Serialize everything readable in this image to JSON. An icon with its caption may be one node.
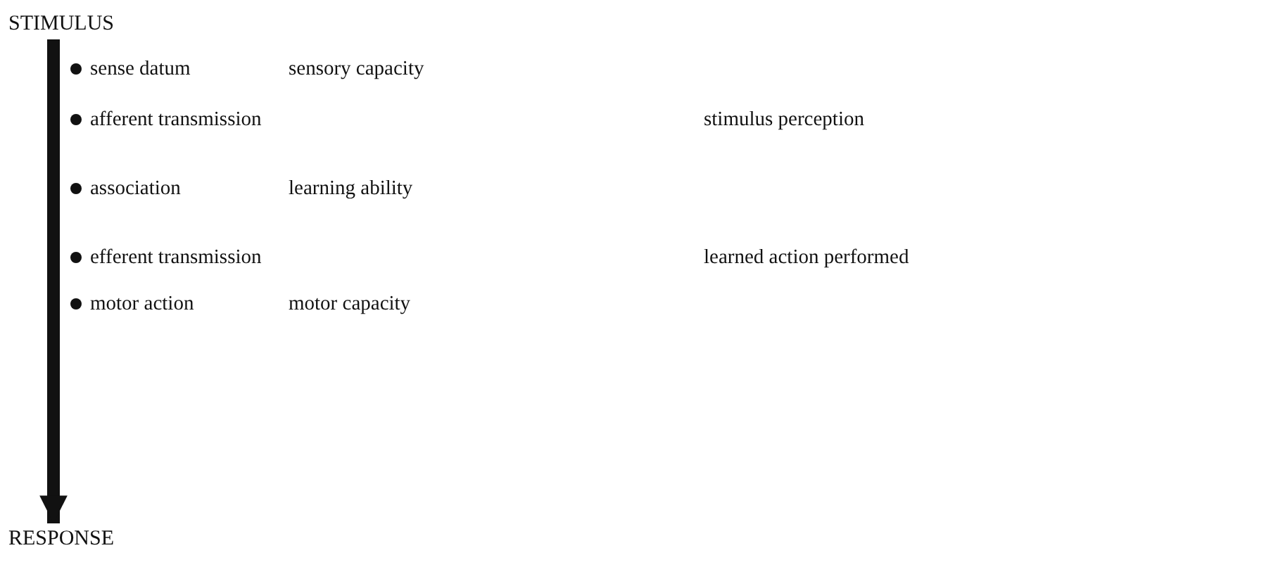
{
  "diagram": {
    "nodes": [
      {
        "text": [
          "STIMULUS"
        ]
      },
      {
        "text": [
          "RESPONSE"
        ]
      }
    ],
    "edges": [
      {
        "from": 0,
        "to": 1,
        "arrow": "to"
      }
    ],
    "labels": [
      "sense datum",
      "sensory capacity",
      "afferent transmission",
      "stimulus perception",
      "association",
      "learning ability",
      "efferent transmission",
      "learned action performed",
      "motor action",
      "motor capacity"
    ]
  }
}
